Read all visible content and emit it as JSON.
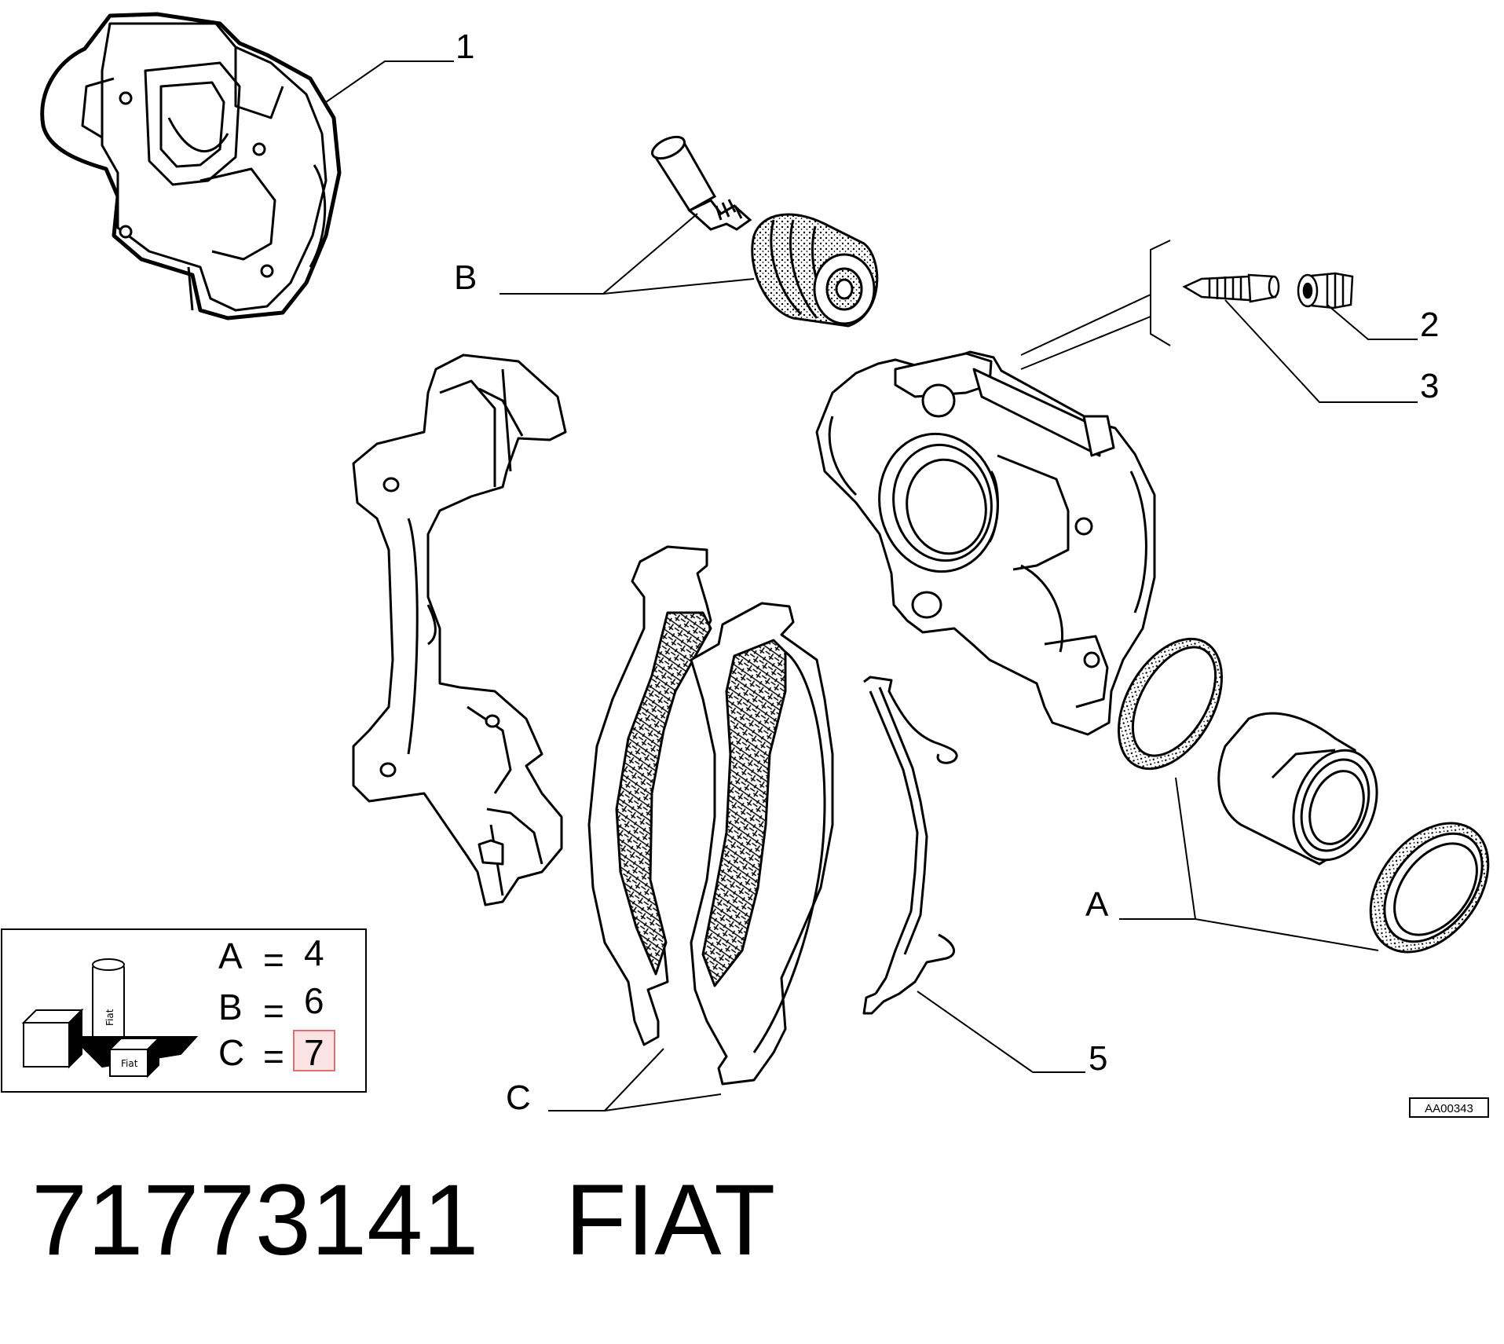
{
  "callouts": {
    "c1": "1",
    "c2": "2",
    "c3": "3",
    "c5": "5",
    "cA": "A",
    "cB": "B",
    "cC": "C"
  },
  "drawing_ref": "AA00343",
  "legend": {
    "rows": [
      {
        "letter": "A",
        "eq": "=",
        "qty": "4"
      },
      {
        "letter": "B",
        "eq": "=",
        "qty": "6"
      },
      {
        "letter": "C",
        "eq": "=",
        "qty": "7"
      }
    ],
    "highlight_row": 2,
    "highlight_color": "#e07070",
    "highlight_fill": "#fbe3e3",
    "kit_logo_text": "Fiat"
  },
  "caption": {
    "part_number": "71773141",
    "brand": "FIAT"
  },
  "colors": {
    "line": "#000000",
    "background": "#ffffff"
  }
}
